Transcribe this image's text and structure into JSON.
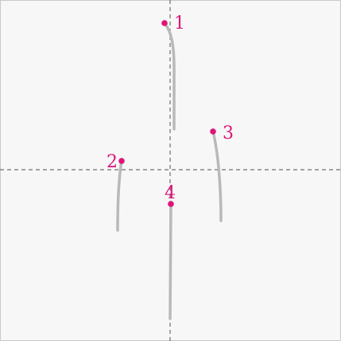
{
  "colors": {
    "background": "#f6f7f6",
    "border": "#c9c9c9",
    "guide": "#6f6f6f",
    "stroke": "#b9b9b9",
    "marker": "#e0137a"
  },
  "strokes": [
    {
      "label": "1"
    },
    {
      "label": "2"
    },
    {
      "label": "3"
    },
    {
      "label": "4"
    }
  ]
}
